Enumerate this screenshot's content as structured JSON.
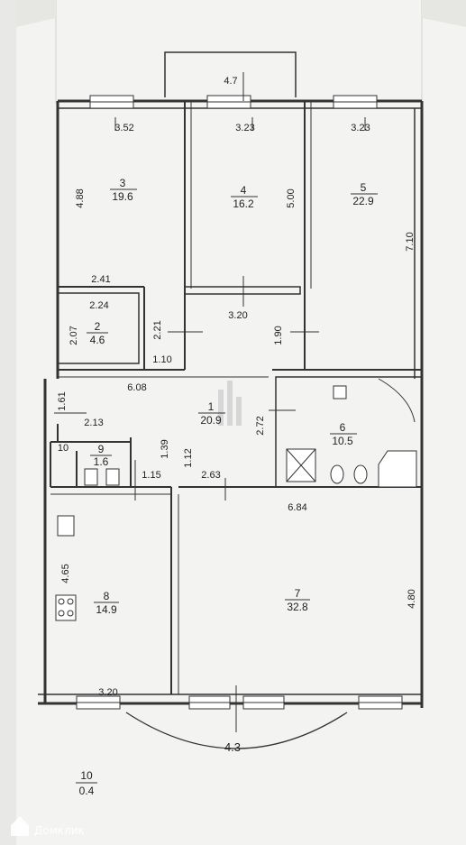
{
  "plan": {
    "rooms": [
      {
        "id": "3",
        "number": "3",
        "area": "19.6"
      },
      {
        "id": "4",
        "number": "4",
        "area": "16.2"
      },
      {
        "id": "5",
        "number": "5",
        "area": "22.9"
      },
      {
        "id": "2",
        "number": "2",
        "area": "4.6"
      },
      {
        "id": "1",
        "number": "1",
        "area": "20.9"
      },
      {
        "id": "6",
        "number": "6",
        "area": "10.5"
      },
      {
        "id": "9",
        "number": "9",
        "area": "1.6"
      },
      {
        "id": "8",
        "number": "8",
        "area": "14.9"
      },
      {
        "id": "7",
        "number": "7",
        "area": "32.8"
      },
      {
        "id": "10",
        "number": "10",
        "area": "0.4"
      }
    ],
    "dimensions": {
      "balcony_top": "4.7",
      "w_room3": "3.52",
      "w_room4": "3.23",
      "w_room5": "3.23",
      "h_room3": "4.88",
      "h_room4": "5.00",
      "h_room5": "7.10",
      "w_2_41": "2.41",
      "w_2_24": "2.24",
      "h_2_07": "2.07",
      "h_2_21": "2.21",
      "w_3_20_hall": "3.20",
      "h_1_90": "1.90",
      "w_1_10": "1.10",
      "w_6_08": "6.08",
      "h_1_61": "1.61",
      "w_2_13": "2.13",
      "h_2_72": "2.72",
      "h_1_39": "1.39",
      "h_1_12": "1.12",
      "w_1_15": "1.15",
      "w_2_63": "2.63",
      "w_6_84": "6.84",
      "h_4_65": "4.65",
      "h_4_80": "4.80",
      "w_3_20_bottom": "3.20",
      "balcony_bottom": "4.3",
      "closet_10": "10"
    },
    "watermark": "Домклик",
    "colors": {
      "paper": "#f2f2f0",
      "wall": "#3a3a3a",
      "background": "#e8e8e6"
    }
  }
}
